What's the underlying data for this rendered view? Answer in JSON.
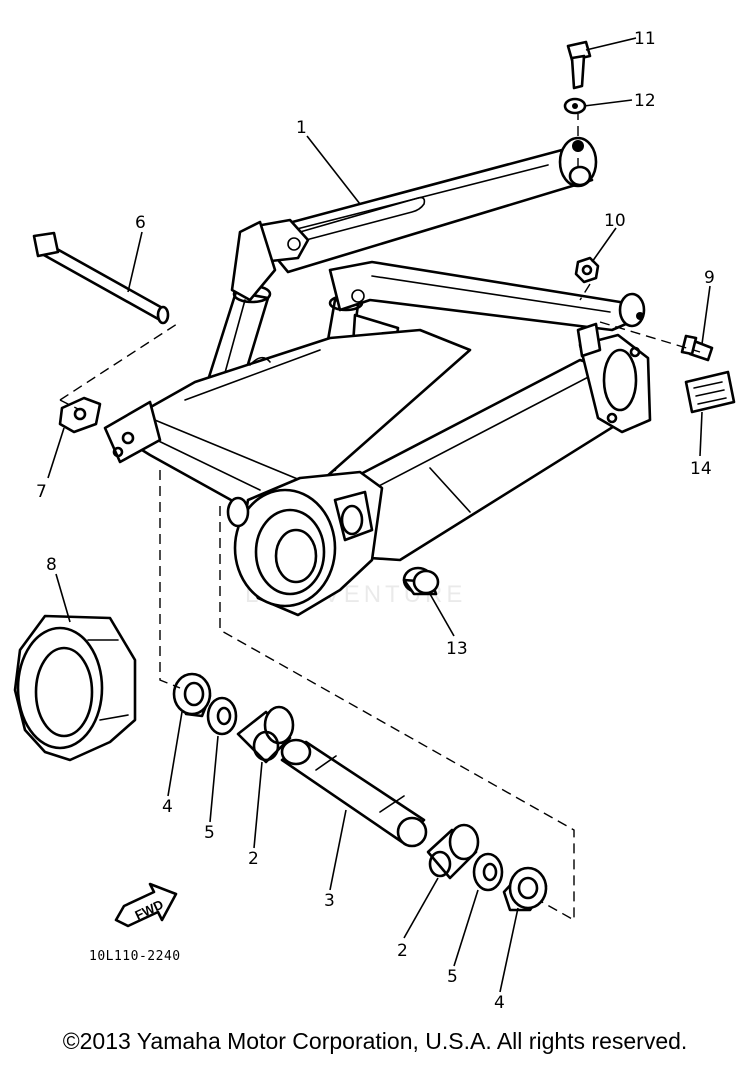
{
  "diagram": {
    "title": "",
    "part_numbers": {
      "p1": "1",
      "p2a": "2",
      "p2b": "2",
      "p3": "3",
      "p4a": "4",
      "p4b": "4",
      "p5a": "5",
      "p5b": "5",
      "p6": "6",
      "p7": "7",
      "p8": "8",
      "p9": "9",
      "p10": "10",
      "p11": "11",
      "p12": "12",
      "p13": "13",
      "p14": "14"
    },
    "diagram_code": "10L110-2240",
    "fwd_label": "FWD",
    "watermark": "LEADVENTURE",
    "copyright": "©2013 Yamaha Motor Corporation, U.S.A. All rights reserved."
  }
}
